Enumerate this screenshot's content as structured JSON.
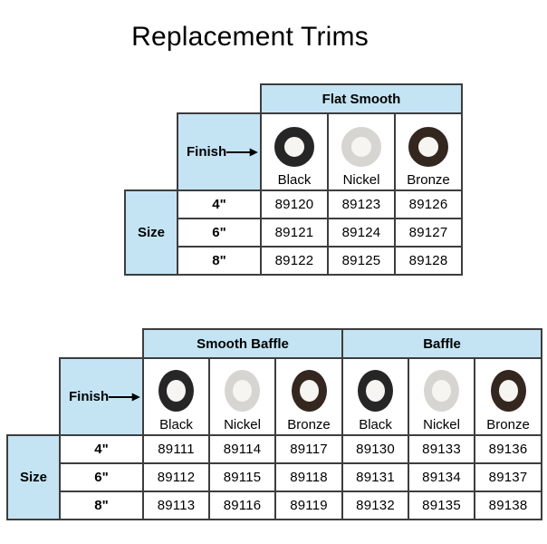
{
  "page": {
    "title": "Replacement Trims"
  },
  "labels": {
    "finish": "Finish",
    "size": "Size"
  },
  "colors": {
    "header_fill": "#c4e4f4",
    "border": "#3d3d3d",
    "text": "#000000",
    "ring_black": "#262626",
    "ring_nickel": "#d6d5d1",
    "ring_bronze": "#34271f",
    "ring_center": "#f6f5f2"
  },
  "tables": [
    {
      "name": "flat-smooth",
      "groups": [
        {
          "label": "Flat Smooth",
          "finishes": [
            "Black",
            "Nickel",
            "Bronze"
          ]
        }
      ],
      "rows": [
        {
          "size": "4\"",
          "values": [
            "89120",
            "89123",
            "89126"
          ]
        },
        {
          "size": "6\"",
          "values": [
            "89121",
            "89124",
            "89127"
          ]
        },
        {
          "size": "8\"",
          "values": [
            "89122",
            "89125",
            "89128"
          ]
        }
      ]
    },
    {
      "name": "smooth-baffle-and-baffle",
      "groups": [
        {
          "label": "Smooth Baffle",
          "finishes": [
            "Black",
            "Nickel",
            "Bronze"
          ]
        },
        {
          "label": "Baffle",
          "finishes": [
            "Black",
            "Nickel",
            "Bronze"
          ]
        }
      ],
      "rows": [
        {
          "size": "4\"",
          "values": [
            "89111",
            "89114",
            "89117",
            "89130",
            "89133",
            "89136"
          ]
        },
        {
          "size": "6\"",
          "values": [
            "89112",
            "89115",
            "89118",
            "89131",
            "89134",
            "89137"
          ]
        },
        {
          "size": "8\"",
          "values": [
            "89113",
            "89116",
            "89119",
            "89132",
            "89135",
            "89138"
          ]
        }
      ]
    }
  ]
}
